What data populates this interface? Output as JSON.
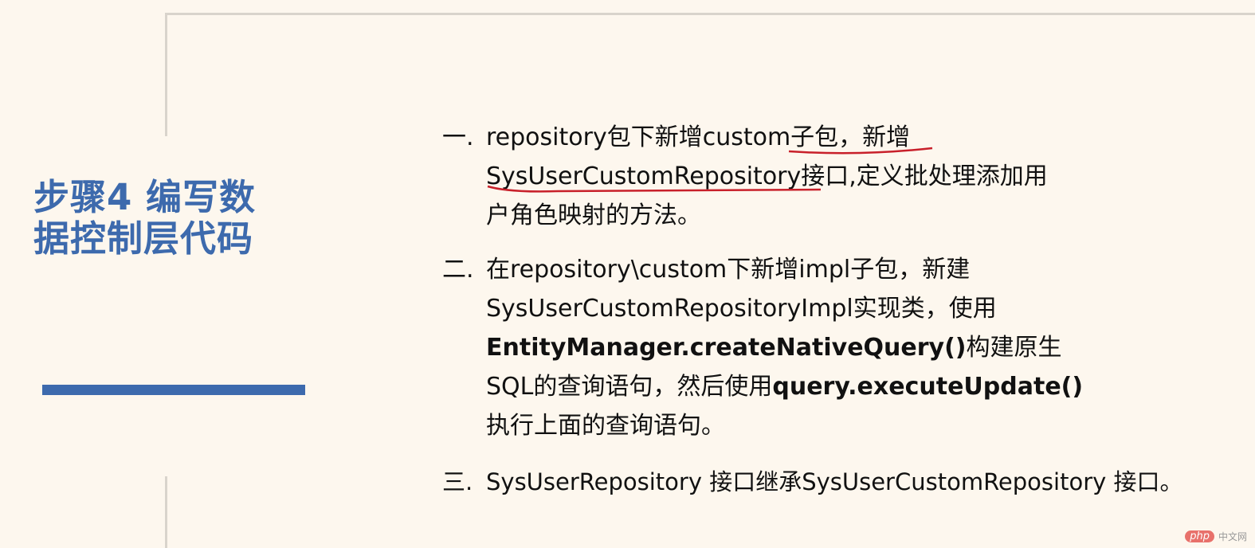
{
  "title": {
    "line1": "步骤4 编写数",
    "line2": "据控制层代码"
  },
  "items": [
    {
      "marker": "一.",
      "lines": [
        [
          "repository包下新增custom子包，新增"
        ],
        [
          "SysUserCustomRepository接口,定义批处理添加用"
        ],
        [
          "户角色映射的方法。"
        ]
      ]
    },
    {
      "marker": "二.",
      "l1": "在repository\\custom下新增impl子包，新建",
      "l2": "SysUserCustomRepositoryImpl实现类，使用",
      "l3a": "EntityManager.createNativeQuery()",
      "l3b": "构建原生",
      "l4a": "SQL的查询语句，然后使用",
      "l4b": "query.executeUpdate()",
      "l5": "执行上面的查询语句。"
    },
    {
      "marker": "三.",
      "l1": "SysUserRepository 接口继承SysUserCustomRepository 接口。"
    }
  ],
  "annotation_color": "#c8202a",
  "accent_color": "#3d6aad",
  "watermark": {
    "logo": "php",
    "text": "中文网"
  }
}
